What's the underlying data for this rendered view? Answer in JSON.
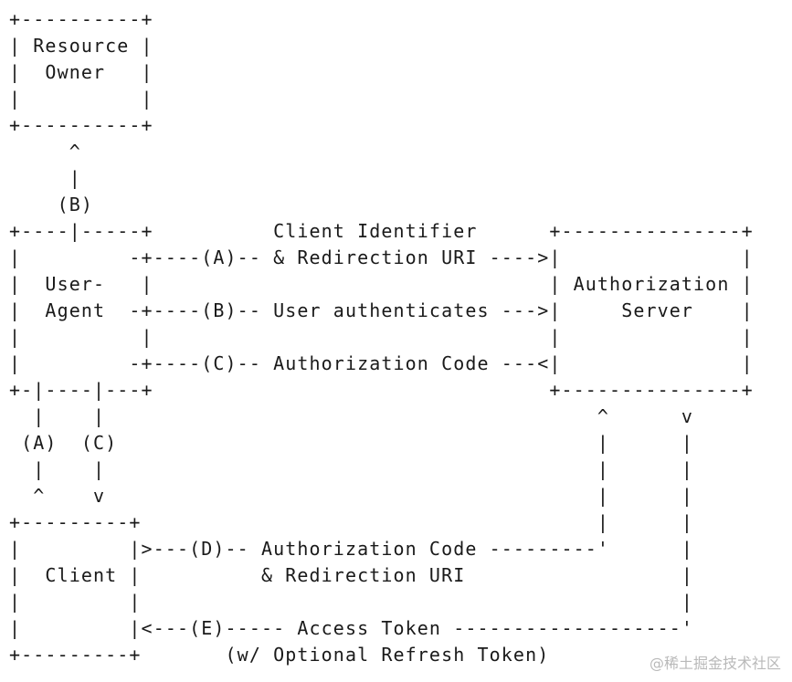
{
  "diagram": {
    "lines": [
      "+----------+",
      "| Resource |",
      "|  Owner   |",
      "|          |",
      "+----------+",
      "     ^",
      "     |",
      "    (B)",
      "+----|-----+          Client Identifier      +---------------+",
      "|         -+----(A)-- & Redirection URI ---->|               |",
      "|  User-   |                                 | Authorization |",
      "|  Agent  -+----(B)-- User authenticates --->|     Server    |",
      "|          |                                 |               |",
      "|         -+----(C)-- Authorization Code ---<|               |",
      "+-|----|---+                                 +---------------+",
      "  |    |                                         ^      v",
      " (A)  (C)                                        |      |",
      "  |    |                                         |      |",
      "  ^    v                                         |      |",
      "+---------+                                      |      |",
      "|         |>---(D)-- Authorization Code ---------'      |",
      "|  Client |          & Redirection URI                  |",
      "|         |                                             |",
      "|         |<---(E)----- Access Token -------------------'",
      "+---------+       (w/ Optional Refresh Token)"
    ]
  },
  "watermark": {
    "text": "@稀土掘金技术社区"
  }
}
